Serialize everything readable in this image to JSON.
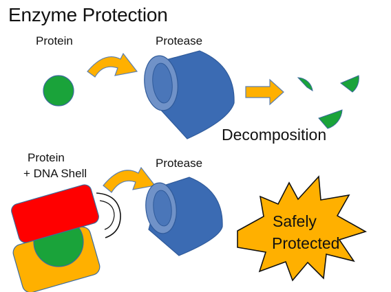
{
  "title": "Enzyme Protection",
  "top_row": {
    "protein_label": "Protein",
    "protease_label": "Protease",
    "result_label": "Decomposition"
  },
  "bottom_row": {
    "protein_label_line1": "Protein",
    "protein_label_line2": "+ DNA Shell",
    "protease_label": "Protease",
    "result_line1": "Safely",
    "result_line2": "Protected"
  },
  "colors": {
    "protein_green": "#1aa33a",
    "protease_blue": "#4a76b9",
    "protease_rim": "#7092c8",
    "arrow_orange": "#ffb000",
    "dna_shell_red": "#ff0000",
    "star_orange": "#ffb000"
  }
}
